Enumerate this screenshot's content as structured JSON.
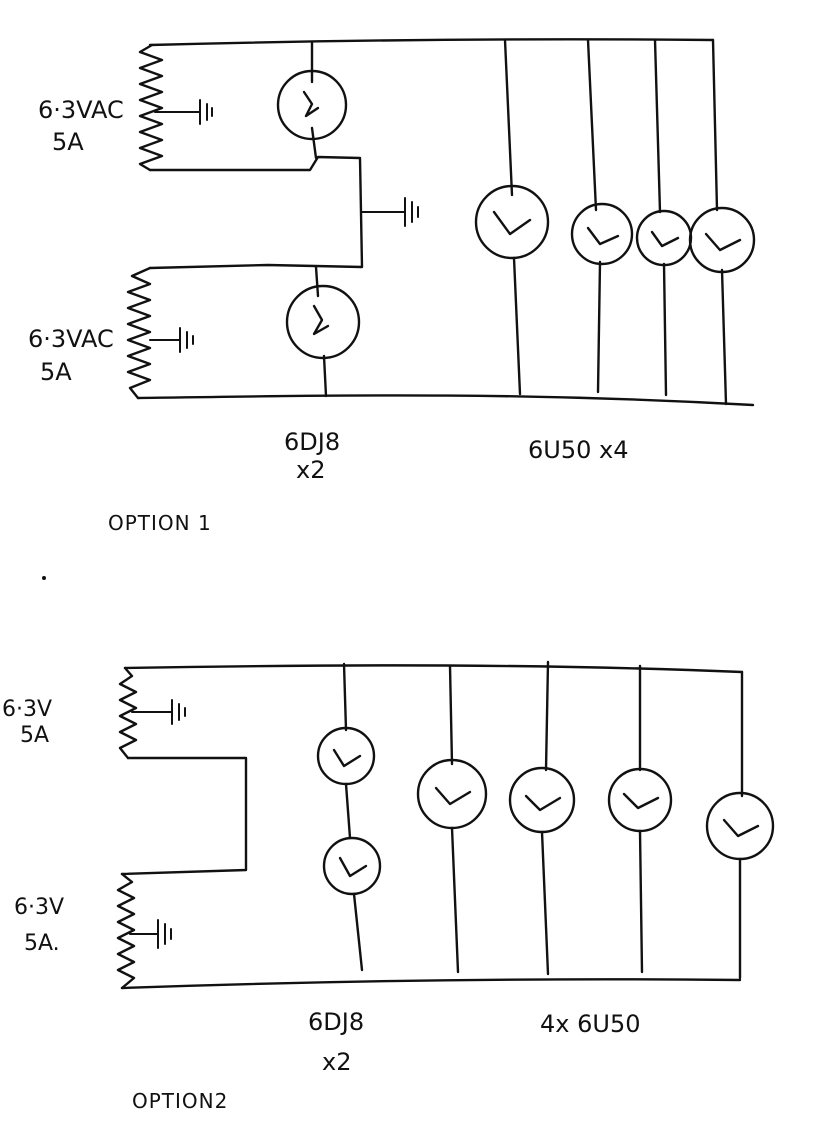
{
  "option1": {
    "transformer_top": {
      "voltage": "6·3VAC",
      "current": "5A"
    },
    "transformer_bottom": {
      "voltage": "6·3VAC",
      "current": "5A"
    },
    "tube_a": {
      "label": "6DJ8",
      "count": "x2"
    },
    "tube_b": {
      "label": "6U50  x4"
    },
    "title": "OPTION 1"
  },
  "option2": {
    "transformer_top": {
      "voltage": "6·3V",
      "current": "5A"
    },
    "transformer_bottom": {
      "voltage": "6·3V",
      "current": "5A."
    },
    "tube_a": {
      "label": "6DJ8",
      "count": "x2"
    },
    "tube_b": {
      "label": "4x 6U50"
    },
    "title": "OPTION2"
  }
}
